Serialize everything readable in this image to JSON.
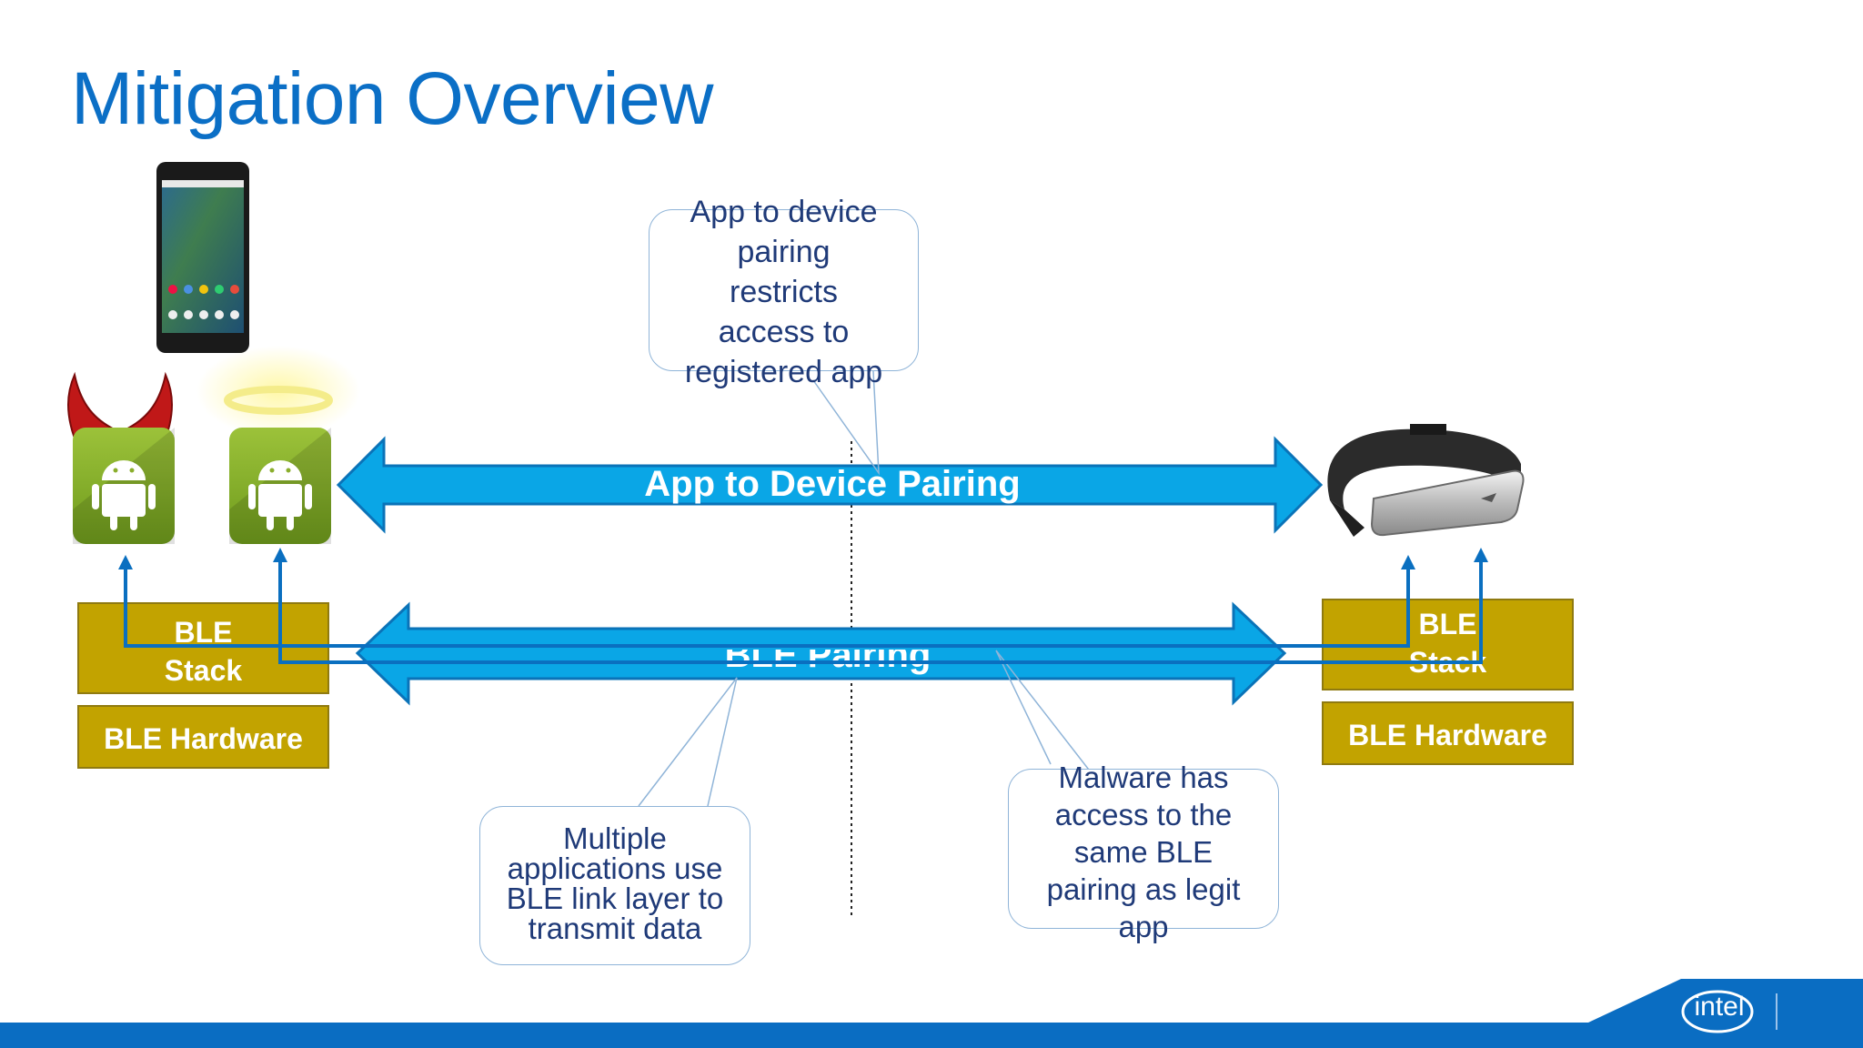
{
  "title": "Mitigation Overview",
  "arrows": {
    "top_label": "App to Device Pairing",
    "bottom_label": "BLE Pairing"
  },
  "left_device": {
    "stack_lines": [
      "BLE",
      "Stack"
    ],
    "hardware": "BLE Hardware"
  },
  "right_device": {
    "stack_lines": [
      "BLE",
      "Stack"
    ],
    "hardware": "BLE Hardware"
  },
  "callouts": {
    "pairing": [
      "App to device",
      "pairing",
      "restricts",
      "access to",
      "registered app"
    ],
    "multiple": [
      "Multiple",
      "applications use",
      "BLE link layer to",
      "transmit data"
    ],
    "malware": [
      "Malware has",
      "access to the",
      "same BLE",
      "pairing as legit",
      "app"
    ]
  },
  "logo": "intel",
  "colors": {
    "title": "#0b6fc6",
    "arrow_fill": "#0aa6e6",
    "arrow_stroke": "#0a73b8",
    "box": "#c2a300",
    "footer": "#0a6dc2"
  }
}
